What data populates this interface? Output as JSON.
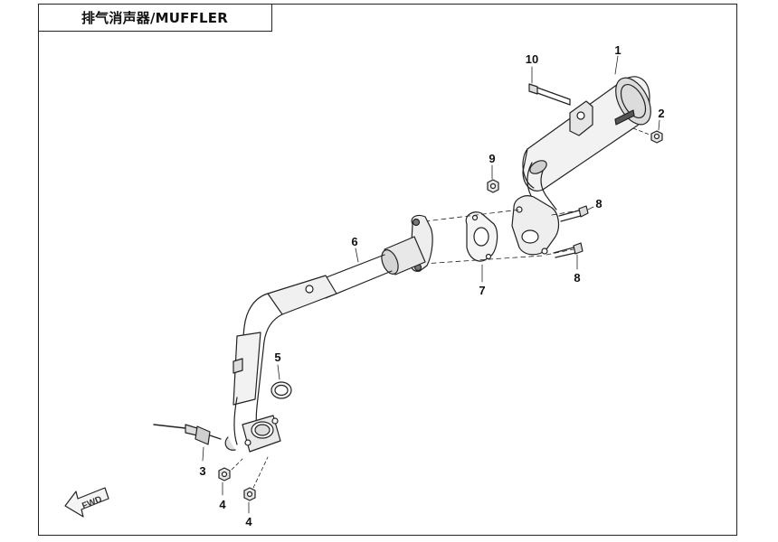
{
  "title": "排气消声器/MUFFLER",
  "direction_label": "FWD",
  "callouts": {
    "c1": "1",
    "c2": "2",
    "c3": "3",
    "c4a": "4",
    "c4b": "4",
    "c5": "5",
    "c6": "6",
    "c7": "7",
    "c8a": "8",
    "c8b": "8",
    "c9": "9",
    "c10": "10"
  },
  "parts": [
    {
      "callout": "1",
      "name": "muffler"
    },
    {
      "callout": "2",
      "name": "nut"
    },
    {
      "callout": "3",
      "name": "oxygen-sensor"
    },
    {
      "callout": "4",
      "name": "nut"
    },
    {
      "callout": "5",
      "name": "gasket-ring"
    },
    {
      "callout": "6",
      "name": "exhaust-pipe"
    },
    {
      "callout": "7",
      "name": "flange-gasket"
    },
    {
      "callout": "8",
      "name": "bolt"
    },
    {
      "callout": "9",
      "name": "nut"
    },
    {
      "callout": "10",
      "name": "bolt"
    }
  ]
}
